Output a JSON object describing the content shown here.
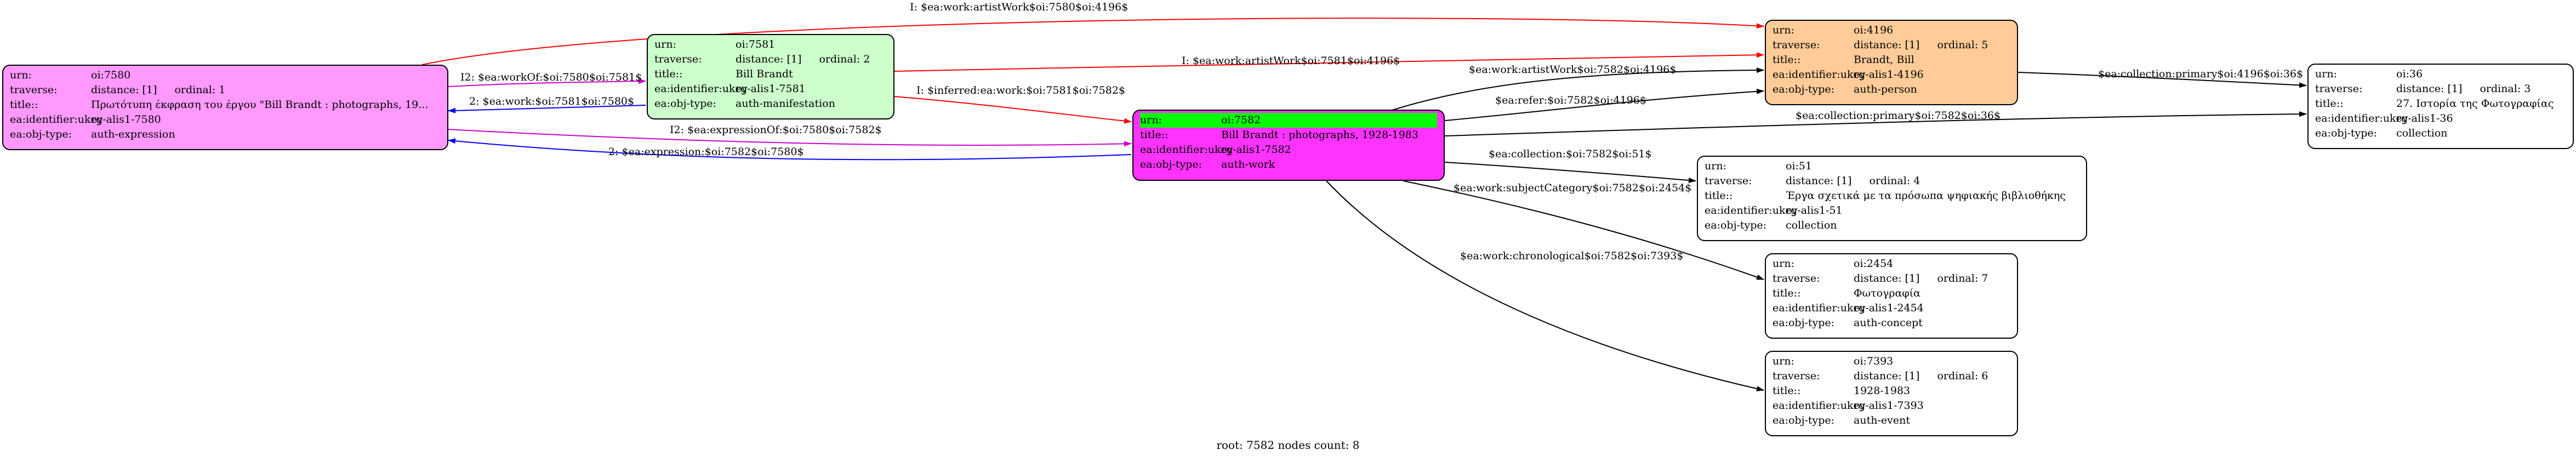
{
  "colors": {
    "n7580_fill": "#ff99ff",
    "n7581_fill": "#ccffcc",
    "n4196_fill": "#ffcc99",
    "n7582_fill": "#ff33ff",
    "urn_highlight": "#00ff00",
    "plain_fill": "#ffffff",
    "edge_red": "#ff0000",
    "edge_blue": "#0000ff",
    "edge_magenta": "#cc00cc",
    "edge_black": "#000000"
  },
  "nodes": {
    "n7580": {
      "rows": [
        {
          "k": "urn:",
          "v": "oi:7580"
        },
        {
          "k": "traverse:",
          "v": "distance: [1]",
          "v2": "ordinal: 1"
        },
        {
          "k": "title::",
          "v": "Πρωτότυπη έκφραση του έργου \"Bill Brandt : photographs, 19..."
        },
        {
          "k": "ea:identifier:ukey",
          "v": "rg-alis1-7580"
        },
        {
          "k": "ea:obj-type:",
          "v": "auth-expression"
        }
      ]
    },
    "n7581": {
      "rows": [
        {
          "k": "urn:",
          "v": "oi:7581"
        },
        {
          "k": "traverse:",
          "v": "distance: [1]",
          "v2": "ordinal: 2"
        },
        {
          "k": "title::",
          "v": "Bill Brandt"
        },
        {
          "k": "ea:identifier:ukey",
          "v": "rg-alis1-7581"
        },
        {
          "k": "ea:obj-type:",
          "v": "auth-manifestation"
        }
      ]
    },
    "n4196": {
      "rows": [
        {
          "k": "urn:",
          "v": "oi:4196"
        },
        {
          "k": "traverse:",
          "v": "distance: [1]",
          "v2": "ordinal: 5"
        },
        {
          "k": "title::",
          "v": "Brandt, Bill"
        },
        {
          "k": "ea:identifier:ukey",
          "v": "rg-alis1-4196"
        },
        {
          "k": "ea:obj-type:",
          "v": "auth-person"
        }
      ]
    },
    "n7582": {
      "rows": [
        {
          "k": "urn:",
          "v": "oi:7582"
        },
        {
          "k": "title::",
          "v": "Bill Brandt : photographs, 1928-1983"
        },
        {
          "k": "ea:identifier:ukey",
          "v": "rg-alis1-7582"
        },
        {
          "k": "ea:obj-type:",
          "v": "auth-work"
        }
      ]
    },
    "n36": {
      "rows": [
        {
          "k": "urn:",
          "v": "oi:36"
        },
        {
          "k": "traverse:",
          "v": "distance: [1]",
          "v2": "ordinal: 3"
        },
        {
          "k": "title::",
          "v": "27. Ιστορία της Φωτογραφίας"
        },
        {
          "k": "ea:identifier:ukey",
          "v": "rg-alis1-36"
        },
        {
          "k": "ea:obj-type:",
          "v": "collection"
        }
      ]
    },
    "n51": {
      "rows": [
        {
          "k": "urn:",
          "v": "oi:51"
        },
        {
          "k": "traverse:",
          "v": "distance: [1]",
          "v2": "ordinal: 4"
        },
        {
          "k": "title::",
          "v": "Έργα σχετικά με τα πρόσωπα ψηφιακής βιβλιοθήκης"
        },
        {
          "k": "ea:identifier:ukey",
          "v": "rg-alis1-51"
        },
        {
          "k": "ea:obj-type:",
          "v": "collection"
        }
      ]
    },
    "n2454": {
      "rows": [
        {
          "k": "urn:",
          "v": "oi:2454"
        },
        {
          "k": "traverse:",
          "v": "distance: [1]",
          "v2": "ordinal: 7"
        },
        {
          "k": "title::",
          "v": "Φωτογραφία"
        },
        {
          "k": "ea:identifier:ukey",
          "v": "rg-alis1-2454"
        },
        {
          "k": "ea:obj-type:",
          "v": "auth-concept"
        }
      ]
    },
    "n7393": {
      "rows": [
        {
          "k": "urn:",
          "v": "oi:7393"
        },
        {
          "k": "traverse:",
          "v": "distance: [1]",
          "v2": "ordinal: 6"
        },
        {
          "k": "title::",
          "v": "1928-1983"
        },
        {
          "k": "ea:identifier:ukey",
          "v": "rg-alis1-7393"
        },
        {
          "k": "ea:obj-type:",
          "v": "auth-event"
        }
      ]
    }
  },
  "edges": {
    "e1": "I: $ea:work:artistWork$oi:7580$oi:4196$",
    "e2": "I: $ea:work:artistWork$oi:7581$oi:4196$",
    "e3": "I2: $ea:workOf:$oi:7580$oi:7581$",
    "e4": "2: $ea:work:$oi:7581$oi:7580$",
    "e5": "I: $inferred:ea:work:$oi:7581$oi:7582$",
    "e6": "I2: $ea:expressionOf:$oi:7580$oi:7582$",
    "e7": "2: $ea:expression:$oi:7582$oi:7580$",
    "e8": "$ea:work:artistWork$oi:7582$oi:4196$",
    "e9": "$ea:refer:$oi:7582$oi:4196$",
    "e10": "$ea:collection:primary$oi:4196$oi:36$",
    "e11": "$ea:collection:primary$oi:7582$oi:36$",
    "e12": "$ea:collection:$oi:7582$oi:51$",
    "e13": "$ea:work:subjectCategory$oi:7582$oi:2454$",
    "e14": "$ea:work:chronological$oi:7582$oi:7393$"
  },
  "footer": "root: 7582 nodes count: 8"
}
